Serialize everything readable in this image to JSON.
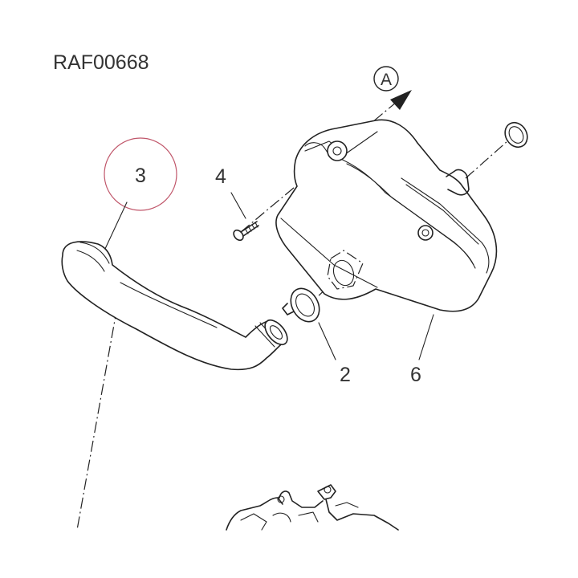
{
  "diagram": {
    "reference_code": "RAF00668",
    "view_marker": "A",
    "highlight_color": "#c0566a",
    "callouts": [
      {
        "id": "hose",
        "label": "3"
      },
      {
        "id": "screw",
        "label": "4"
      },
      {
        "id": "clamp",
        "label": "2"
      },
      {
        "id": "tank",
        "label": "6"
      }
    ]
  }
}
